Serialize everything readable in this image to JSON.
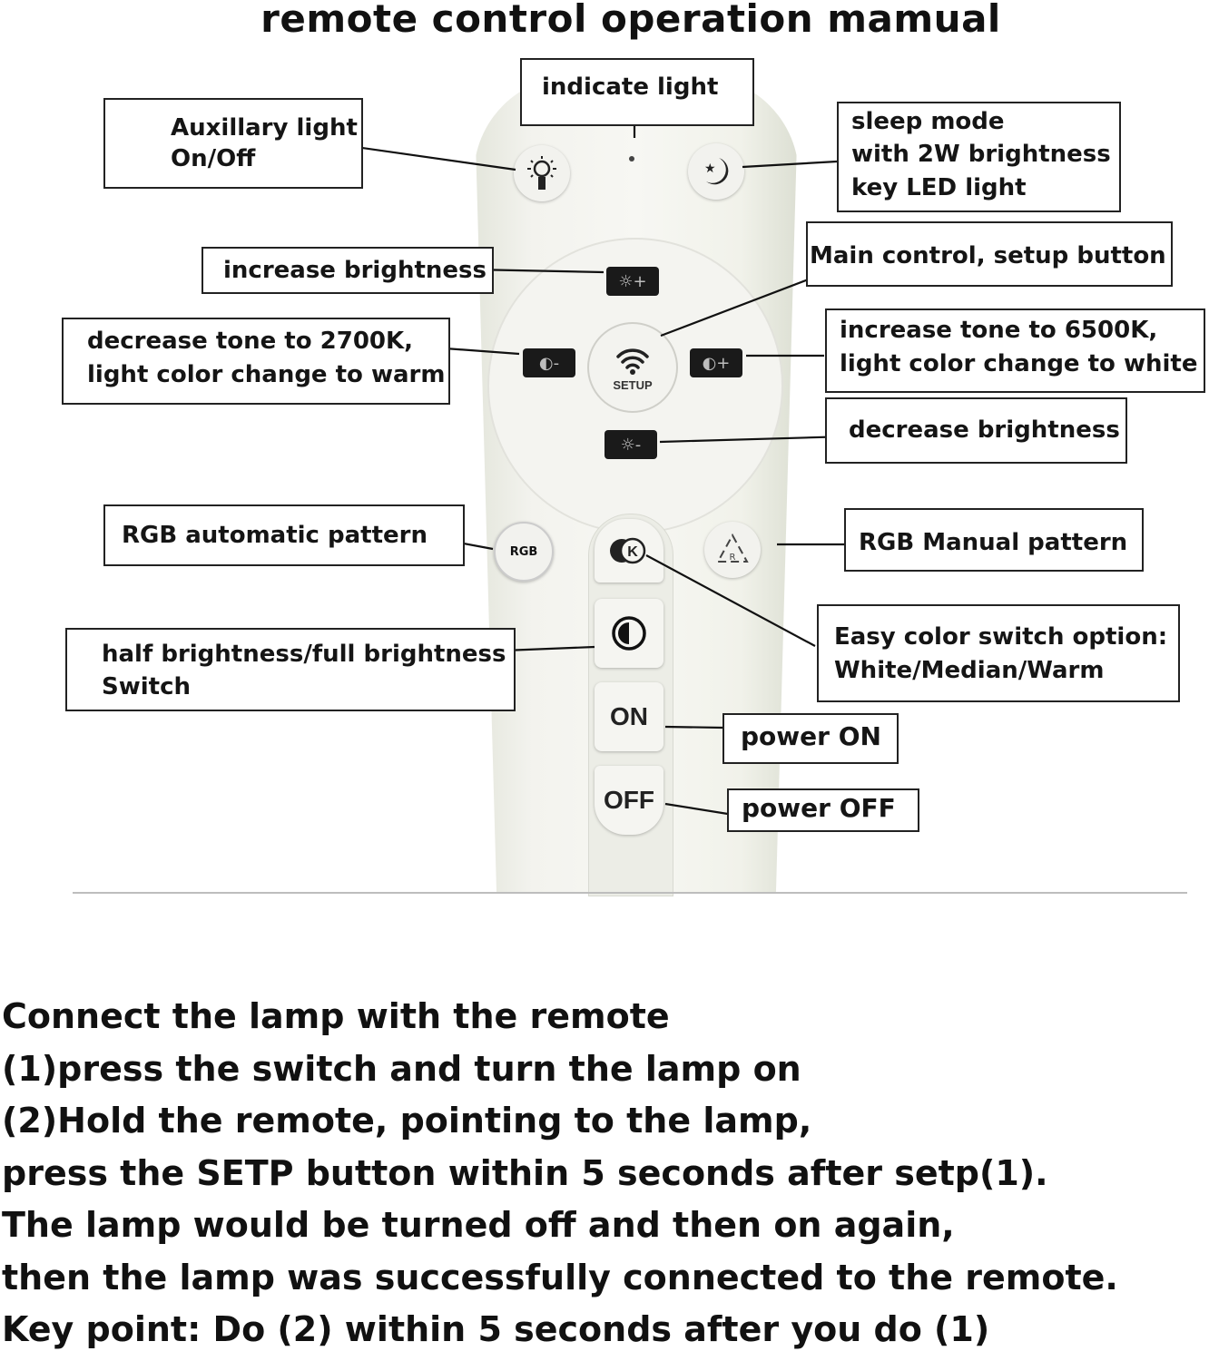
{
  "title": "remote control  operation mamual",
  "remote": {
    "buttons": {
      "auxiliary_icon": "bulb-icon",
      "sleep_icon": "moon-star-icon",
      "brightness_up": "☼+",
      "tone_down": "◐-",
      "setup_label": "SETUP",
      "tone_up": "◐+",
      "brightness_down": "☼-",
      "rgb_auto_label": "RGB",
      "color_switch_label": "K",
      "rgb_manual_label": "R",
      "half_full_icon": "half-circle-icon",
      "on_label": "ON",
      "off_label": "OFF"
    }
  },
  "callouts": {
    "indicate_light": "indicate light",
    "auxiliary_light": "Auxillary light\nOn/Off",
    "sleep_mode": "sleep mode\nwith 2W brightness\nkey LED light",
    "increase_brightness": "increase brightness",
    "main_control": "Main control, setup button",
    "decrease_tone": "decrease tone to 2700K,\nlight color change to warm",
    "increase_tone": "increase tone to 6500K,\nlight color change to white",
    "decrease_brightness": "decrease brightness",
    "rgb_automatic": "RGB automatic pattern",
    "rgb_manual": "RGB Manual pattern",
    "half_full": "half brightness/full brightness\nSwitch",
    "easy_color": "Easy color switch option:\nWhite/Median/Warm",
    "power_on": "power ON",
    "power_off": "power OFF"
  },
  "instructions": [
    "Connect the lamp with the remote",
    "(1)press the switch and turn the lamp on",
    "(2)Hold the remote, pointing to the lamp,",
    "press the SETP button within 5 seconds after setp(1).",
    "The lamp would be turned off and then on again,",
    "then the lamp was successfully connected to the remote.",
    "Key point: Do (2) within 5 seconds after you do (1)"
  ]
}
